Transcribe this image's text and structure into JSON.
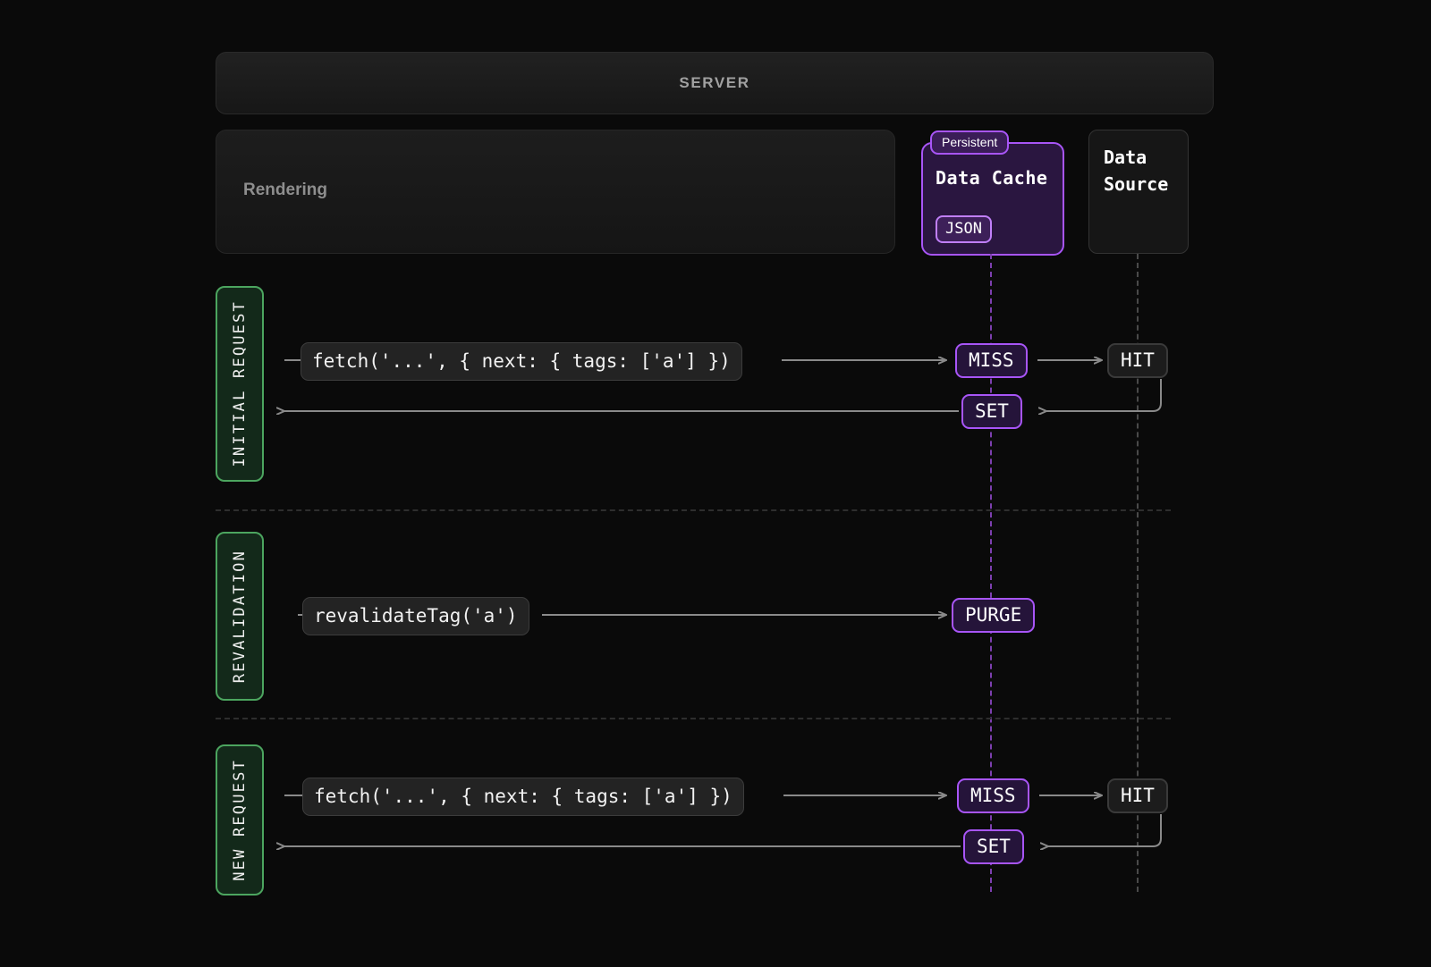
{
  "colors": {
    "background": "#0a0a0a",
    "accent_purple": "#a855f7",
    "accent_green": "#4ca55f",
    "wire_gray": "#8a8a8a",
    "panel_gray": "#232323"
  },
  "server": {
    "title": "SERVER"
  },
  "rendering": {
    "label": "Rendering"
  },
  "data_cache": {
    "chip": "Persistent",
    "title": "Data Cache",
    "format_chip": "JSON"
  },
  "data_source": {
    "line1": "Data",
    "line2": "Source"
  },
  "sections": [
    {
      "label": "INITIAL REQUEST",
      "request_code": "fetch('...', { next: { tags: ['a'] })",
      "cache_badge": "MISS",
      "source_badge": "HIT",
      "return_badge": "SET"
    },
    {
      "label": "REVALIDATION",
      "request_code": "revalidateTag('a')",
      "cache_badge": "PURGE"
    },
    {
      "label": "NEW REQUEST",
      "request_code": "fetch('...', { next: { tags: ['a'] })",
      "cache_badge": "MISS",
      "source_badge": "HIT",
      "return_badge": "SET"
    }
  ]
}
